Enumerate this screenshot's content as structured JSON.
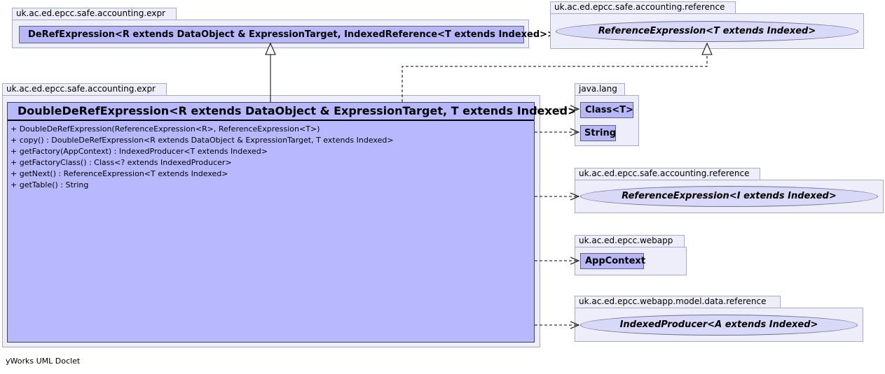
{
  "packages": {
    "expr_top": "uk.ac.ed.epcc.safe.accounting.expr",
    "reference_top": "uk.ac.ed.epcc.safe.accounting.reference",
    "expr_main": "uk.ac.ed.epcc.safe.accounting.expr",
    "java_lang": "java.lang",
    "reference_mid": "uk.ac.ed.epcc.safe.accounting.reference",
    "webapp": "uk.ac.ed.epcc.webapp",
    "webapp_model_ref": "uk.ac.ed.epcc.webapp.model.data.reference"
  },
  "classes": {
    "deref_expression": "DeRefExpression<R extends DataObject & ExpressionTarget, IndexedReference<T extends Indexed>>",
    "reference_expression_top": "ReferenceExpression<T extends Indexed>",
    "class_t": "Class<T>",
    "string": "String",
    "reference_expression_mid": "ReferenceExpression<I extends Indexed>",
    "app_context": "AppContext",
    "indexed_producer": "IndexedProducer<A extends Indexed>"
  },
  "main_class": {
    "title": "DoubleDeRefExpression<R extends DataObject & ExpressionTarget, T extends Indexed>",
    "members": [
      "+  DoubleDeRefExpression(ReferenceExpression<R>, ReferenceExpression<T>)",
      "+  copy() : DoubleDeRefExpression<R extends DataObject & ExpressionTarget, T extends Indexed>",
      "+  getFactory(AppContext) : IndexedProducer<T extends Indexed>",
      "+  getFactoryClass() : Class<? extends IndexedProducer>",
      "+  getNext() : ReferenceExpression<T extends Indexed>",
      "+  getTable() : String"
    ]
  },
  "footer": "yWorks UML Doclet"
}
